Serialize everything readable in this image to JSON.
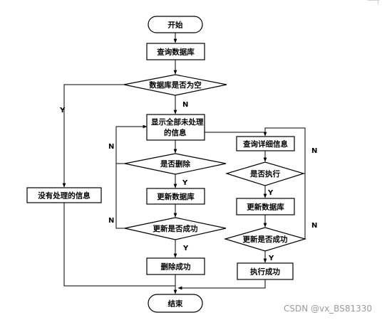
{
  "diagram": {
    "nodes": {
      "start": "开始",
      "query_db": "查询数据库",
      "db_empty": "数据库是否为空",
      "no_info": "没有处理的信息",
      "show_unprocessed_1": "显示全部未处理",
      "show_unprocessed_2": "的信息",
      "delete_q": "是否删除",
      "update_db_left": "更新数据库",
      "update_ok_left": "更新是否成功",
      "delete_ok": "删除成功",
      "query_detail": "查询详细信息",
      "execute_q": "是否执行",
      "update_db_right": "更新数据库",
      "update_ok_right": "更新是否成功",
      "execute_ok": "执行成功",
      "end": "结束"
    },
    "edge_labels": {
      "empty_yes": "Y",
      "empty_no": "N",
      "delete_no": "N",
      "delete_yes": "Y",
      "update_left_no": "N",
      "update_left_yes": "Y",
      "execute_no": "N",
      "execute_yes": "Y",
      "update_right_no": "N",
      "update_right_yes": "Y"
    }
  },
  "watermark": "CSDN @vx_BS81330"
}
